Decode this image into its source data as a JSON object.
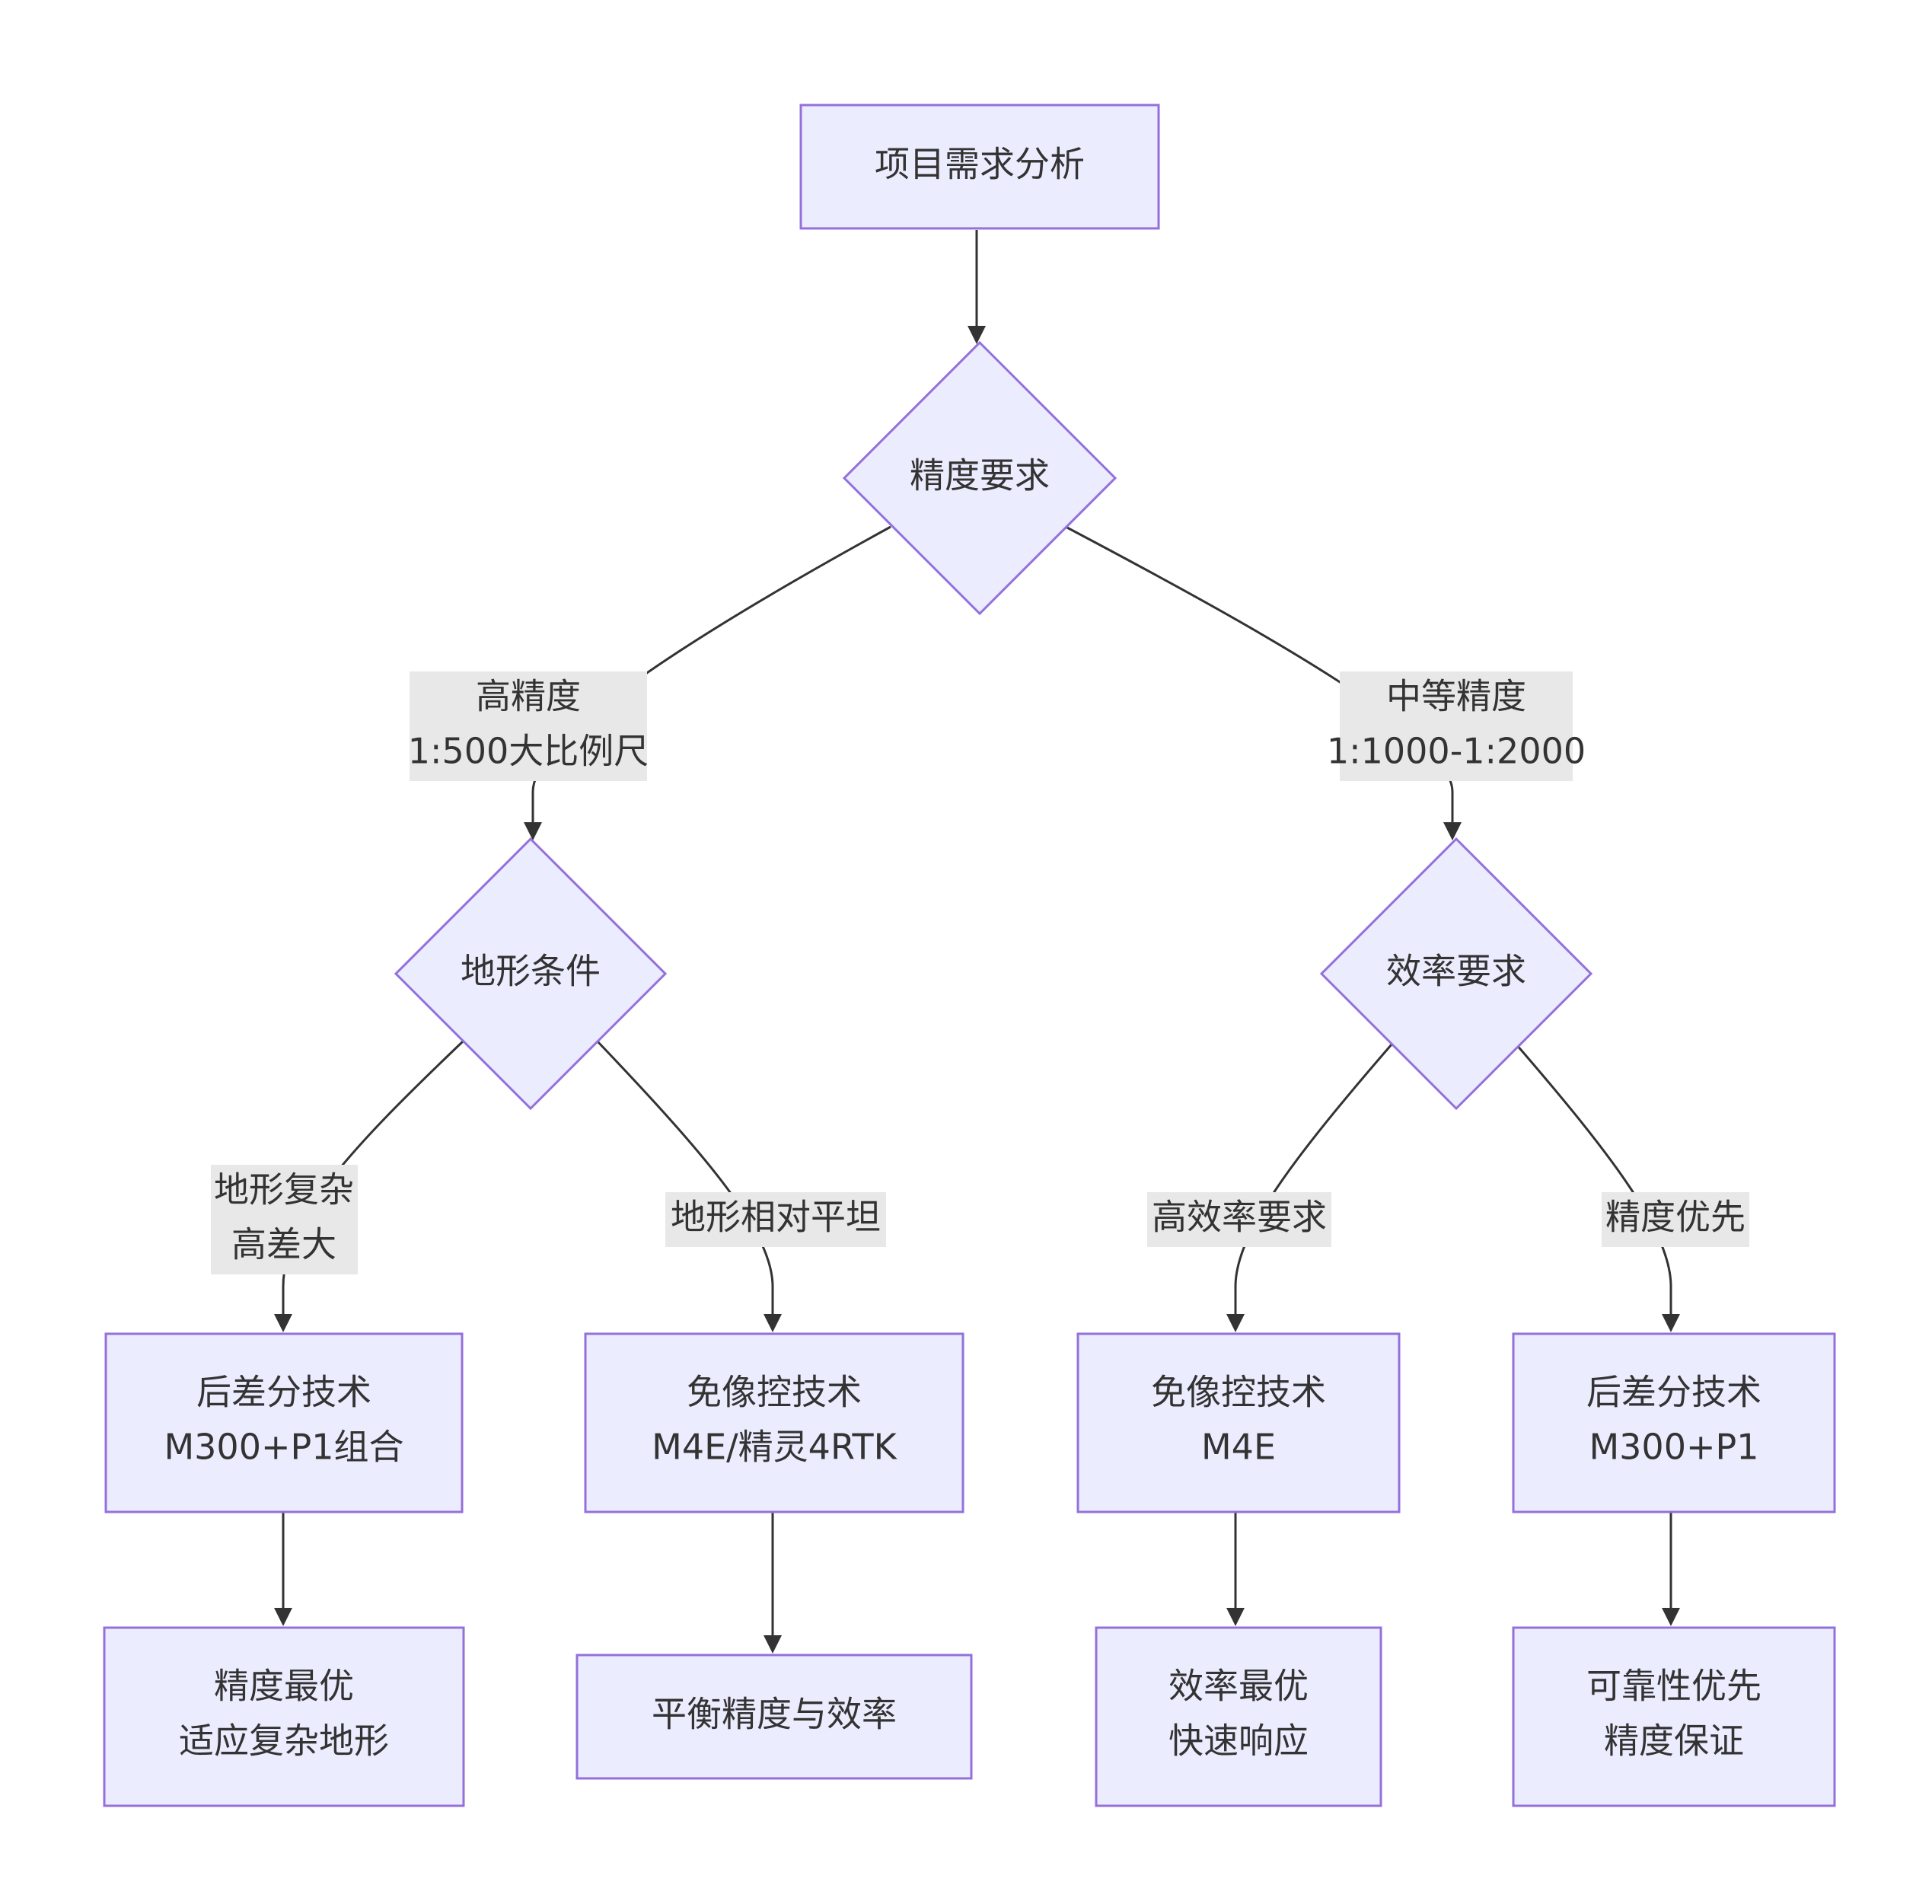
{
  "diagram": {
    "nodes": {
      "analysis": {
        "lines": [
          "项目需求分析"
        ]
      },
      "precision_req": {
        "lines": [
          "精度要求"
        ]
      },
      "terrain": {
        "lines": [
          "地形条件"
        ]
      },
      "efficiency_req": {
        "lines": [
          "效率要求"
        ]
      },
      "ppk_m300_combo": {
        "lines": [
          "后差分技术",
          "M300+P1组合"
        ]
      },
      "nocontrol_m4e_p4": {
        "lines": [
          "免像控技术",
          "M4E/精灵4RTK"
        ]
      },
      "nocontrol_m4e": {
        "lines": [
          "免像控技术",
          "M4E"
        ]
      },
      "ppk_m300": {
        "lines": [
          "后差分技术",
          "M300+P1"
        ]
      },
      "result_best_precision": {
        "lines": [
          "精度最优",
          "适应复杂地形"
        ]
      },
      "result_balance": {
        "lines": [
          "平衡精度与效率"
        ]
      },
      "result_best_efficiency": {
        "lines": [
          "效率最优",
          "快速响应"
        ]
      },
      "result_reliability": {
        "lines": [
          "可靠性优先",
          "精度保证"
        ]
      }
    },
    "edge_labels": {
      "high_precision": [
        "高精度",
        "1:500大比例尺"
      ],
      "medium_precision": [
        "中等精度",
        "1:1000-1:2000"
      ],
      "complex_terrain": [
        "地形复杂",
        "高差大"
      ],
      "flat_terrain": [
        "地形相对平坦"
      ],
      "high_efficiency": [
        "高效率要求"
      ],
      "precision_first": [
        "精度优先"
      ]
    }
  }
}
